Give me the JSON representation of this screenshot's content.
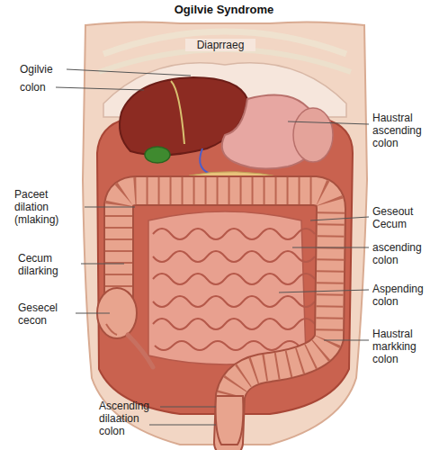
{
  "diagram": {
    "title": "Ogilvie Syndrome",
    "labels": [
      "Diaprraeg",
      "Ogilvie",
      "colon",
      "Haustral ascending colon",
      "Paceet dilation (mlaking)",
      "Geseout Cecum",
      "ascending colon",
      "Cecum dilarking",
      "Aspending colon",
      "Gesecel cecon",
      "Haustral markking colon",
      "Ascending dilaation colon"
    ]
  }
}
